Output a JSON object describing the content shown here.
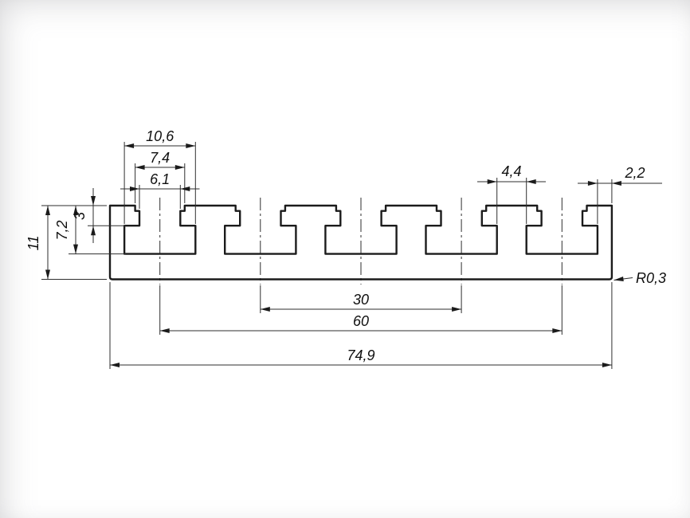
{
  "drawing": {
    "type": "t-slot-plate-cross-section",
    "dims": {
      "slot_bottom_width": "10,6",
      "slot_top_width": "7,4",
      "slot_neck_width": "6,1",
      "neck_depth": "3",
      "slot_depth": "7,2",
      "height": "11",
      "web_width": "4,4",
      "edge_width": "2,2",
      "center_span_2": "30",
      "center_span_4": "60",
      "total_width": "74,9",
      "fillet_radius": "R0,3"
    }
  }
}
